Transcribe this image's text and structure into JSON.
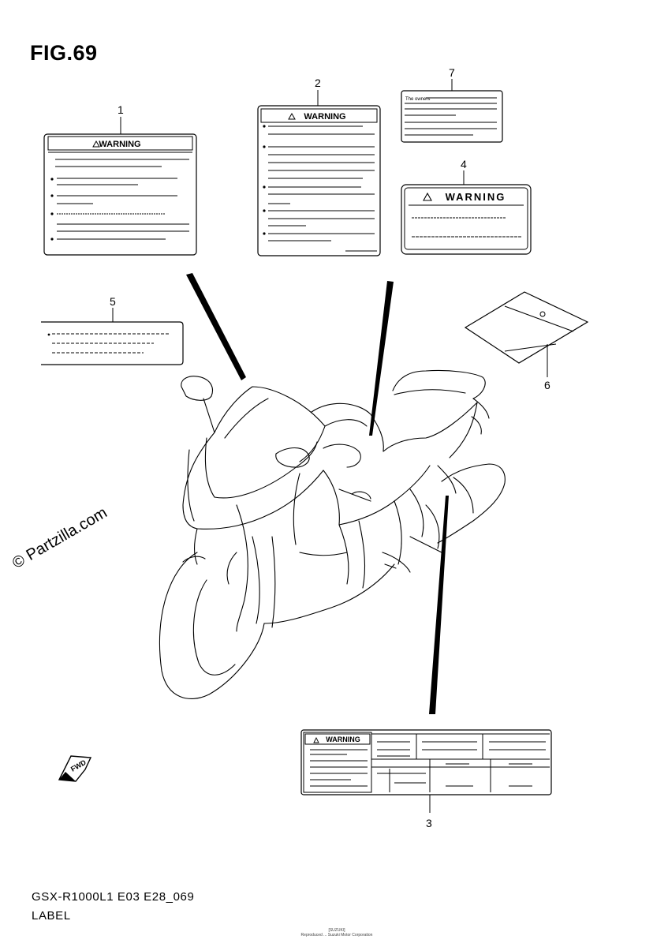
{
  "figure": {
    "title": "FIG.69",
    "model_code": "GSX-R1000L1 E03 E28_069",
    "section": "LABEL",
    "watermark": "© Partzilla.com",
    "footer_small_1": "[SUZUKI]",
    "footer_small_2": "Reproduced ... Suzuki Motor Corporation"
  },
  "callouts": [
    "1",
    "2",
    "3",
    "4",
    "5",
    "6",
    "7"
  ],
  "labels": {
    "warning_text": "WARNING",
    "owner_label_header": "The owners"
  },
  "icons": {
    "front_arrow": "fwd-arrow-icon",
    "front_arrow_text": "FWD"
  }
}
